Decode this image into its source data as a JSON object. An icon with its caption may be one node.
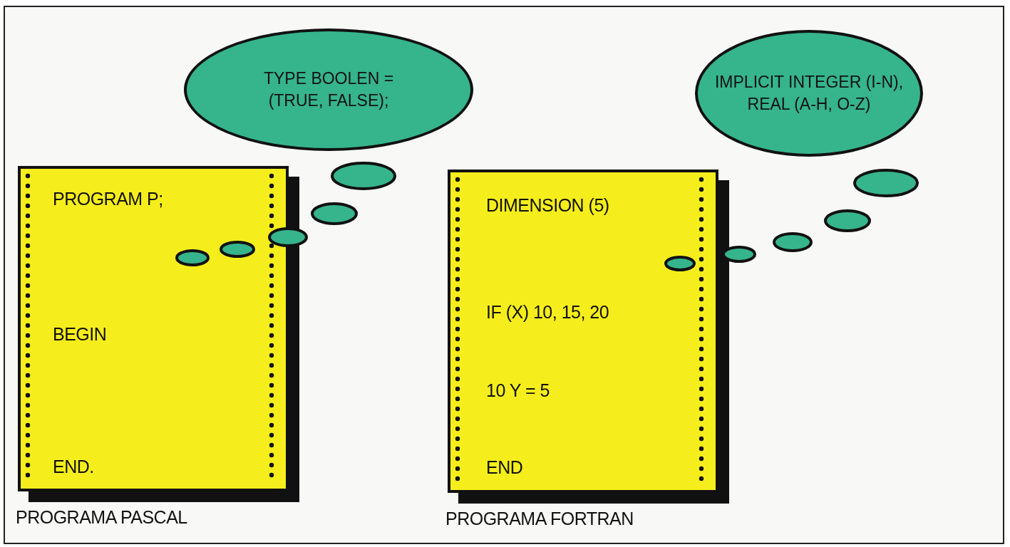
{
  "diagram": {
    "nodes": [
      {
        "text": [
          "PROGRAM P;",
          "BEGIN",
          "END."
        ],
        "beside": [
          "PROGRAMA PASCAL"
        ]
      },
      {
        "text": [
          "TYPE BOOLEN = (TRUE, FALSE);"
        ]
      },
      {
        "text": [
          "DIMENSION (5)",
          "IF (X) 10, 15, 20",
          "10 Y = 5",
          "END"
        ],
        "beside": [
          "PROGRAMA FORTRAN"
        ]
      },
      {
        "text": [
          "IMPLICIT INTEGER (I-N), REAL (A-H, O-Z)"
        ]
      }
    ]
  }
}
